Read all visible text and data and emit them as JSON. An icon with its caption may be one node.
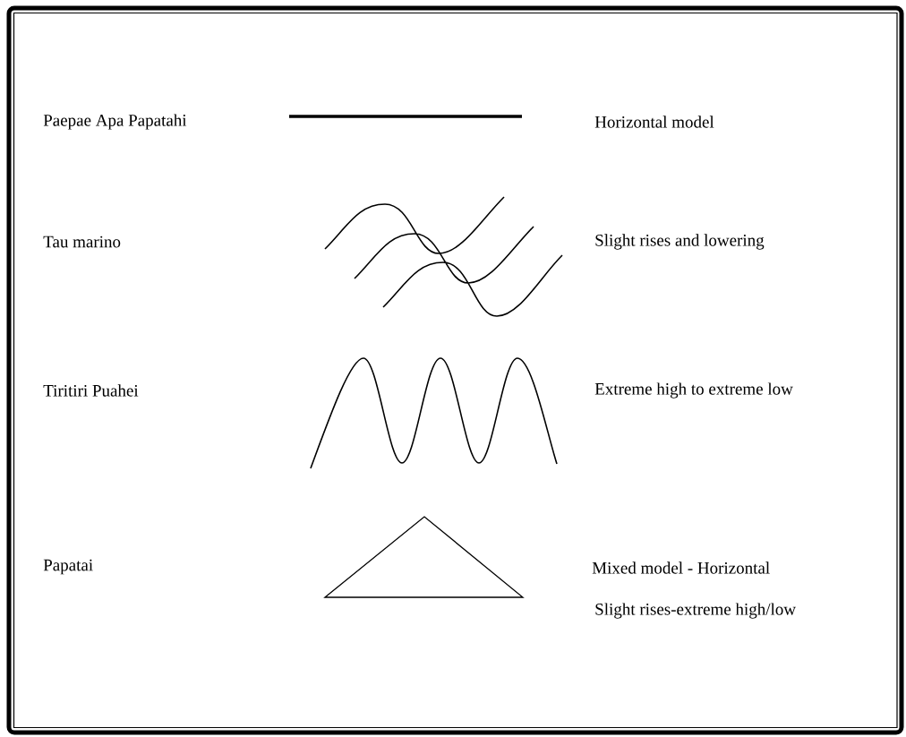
{
  "diagram": {
    "labels": [
      "Paepae Apa Papatahi",
      "Horizontal model",
      "Tau marino",
      "Slight rises and lowering",
      "Tiritiri Puahei",
      "Extreme high to extreme low",
      "Papatai",
      "Mixed model - Horizontal",
      "Slight rises-extreme high/low"
    ]
  }
}
